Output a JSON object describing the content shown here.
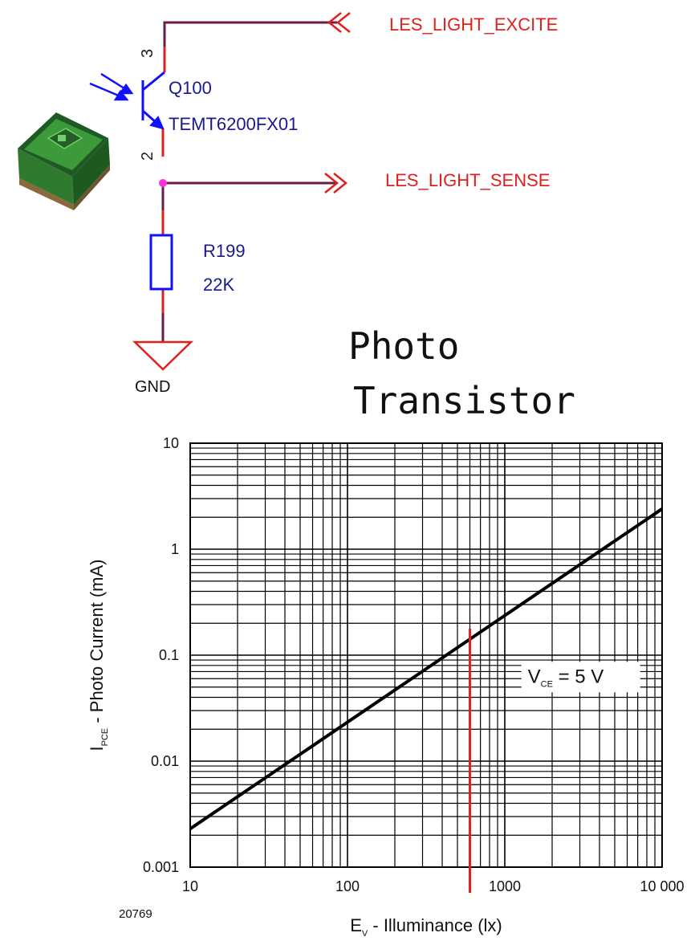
{
  "schematic": {
    "nets": {
      "excite": "LES_LIGHT_EXCITE",
      "sense": "LES_LIGHT_SENSE",
      "ground": "GND"
    },
    "transistor": {
      "ref": "Q100",
      "part": "TEMT6200FX01",
      "pin_top": "3",
      "pin_bottom": "2"
    },
    "resistor": {
      "ref": "R199",
      "value": "22K"
    },
    "colors": {
      "wire": "#6b1d4a",
      "net_label": "#e0201c",
      "component": "#1010ff",
      "ground": "#e0201c",
      "junction": "#ff33dd"
    },
    "icons": {
      "photo_arrow": "light-arrow-icon",
      "package": "smd-photo-transistor-package-icon"
    }
  },
  "heading": {
    "line1": "Photo",
    "line2": "Transistor"
  },
  "chart_data": {
    "type": "line",
    "x_scale": "log",
    "y_scale": "log",
    "xlim": [
      10,
      10000
    ],
    "ylim": [
      0.001,
      10
    ],
    "x_ticks": [
      "10",
      "100",
      "1000",
      "10 000"
    ],
    "y_ticks": [
      "10",
      "1",
      "0.1",
      "0.01",
      "0.001"
    ],
    "x_tick_values": [
      10,
      100,
      1000,
      10000
    ],
    "y_tick_values": [
      10,
      1,
      0.1,
      0.01,
      0.001
    ],
    "xlabel": {
      "main": "E",
      "sub": "V",
      "rest": " - Illuminance (lx)"
    },
    "ylabel": {
      "main": "I",
      "sub": "PCE",
      "rest": " - Photo Current (mA)"
    },
    "series": [
      {
        "x": [
          10,
          10000
        ],
        "y": [
          0.0023,
          2.4
        ],
        "color": "#000000"
      }
    ],
    "marker_line": {
      "x": 600,
      "color": "#e0201c"
    },
    "annotation": {
      "main": "V",
      "sub": "CE",
      "rest": " = 5 V",
      "x": 1400,
      "y": 0.055
    },
    "figure_id": "20769",
    "grid": true
  }
}
